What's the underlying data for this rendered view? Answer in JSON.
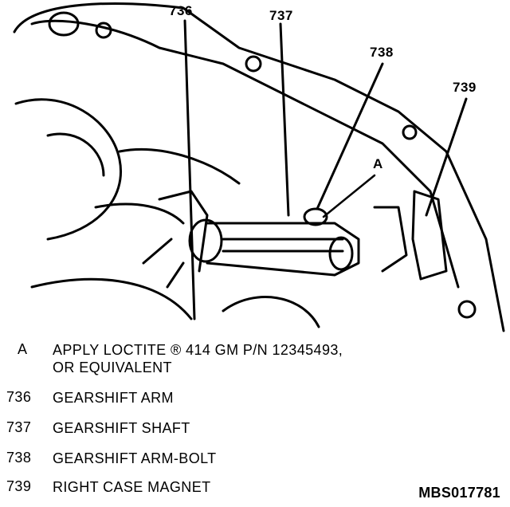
{
  "callouts": {
    "c736": "736",
    "c737": "737",
    "c738": "738",
    "c739": "739",
    "cA": "A"
  },
  "legend": [
    {
      "key": "A",
      "line1": "APPLY LOCTITE ® 414 GM P/N 12345493,",
      "line2": "OR EQUIVALENT"
    },
    {
      "key": "736",
      "line1": "GEARSHIFT ARM"
    },
    {
      "key": "737",
      "line1": "GEARSHIFT SHAFT"
    },
    {
      "key": "738",
      "line1": "GEARSHIFT ARM-BOLT"
    },
    {
      "key": "739",
      "line1": "RIGHT CASE MAGNET"
    }
  ],
  "figure_id": "MBS017781"
}
